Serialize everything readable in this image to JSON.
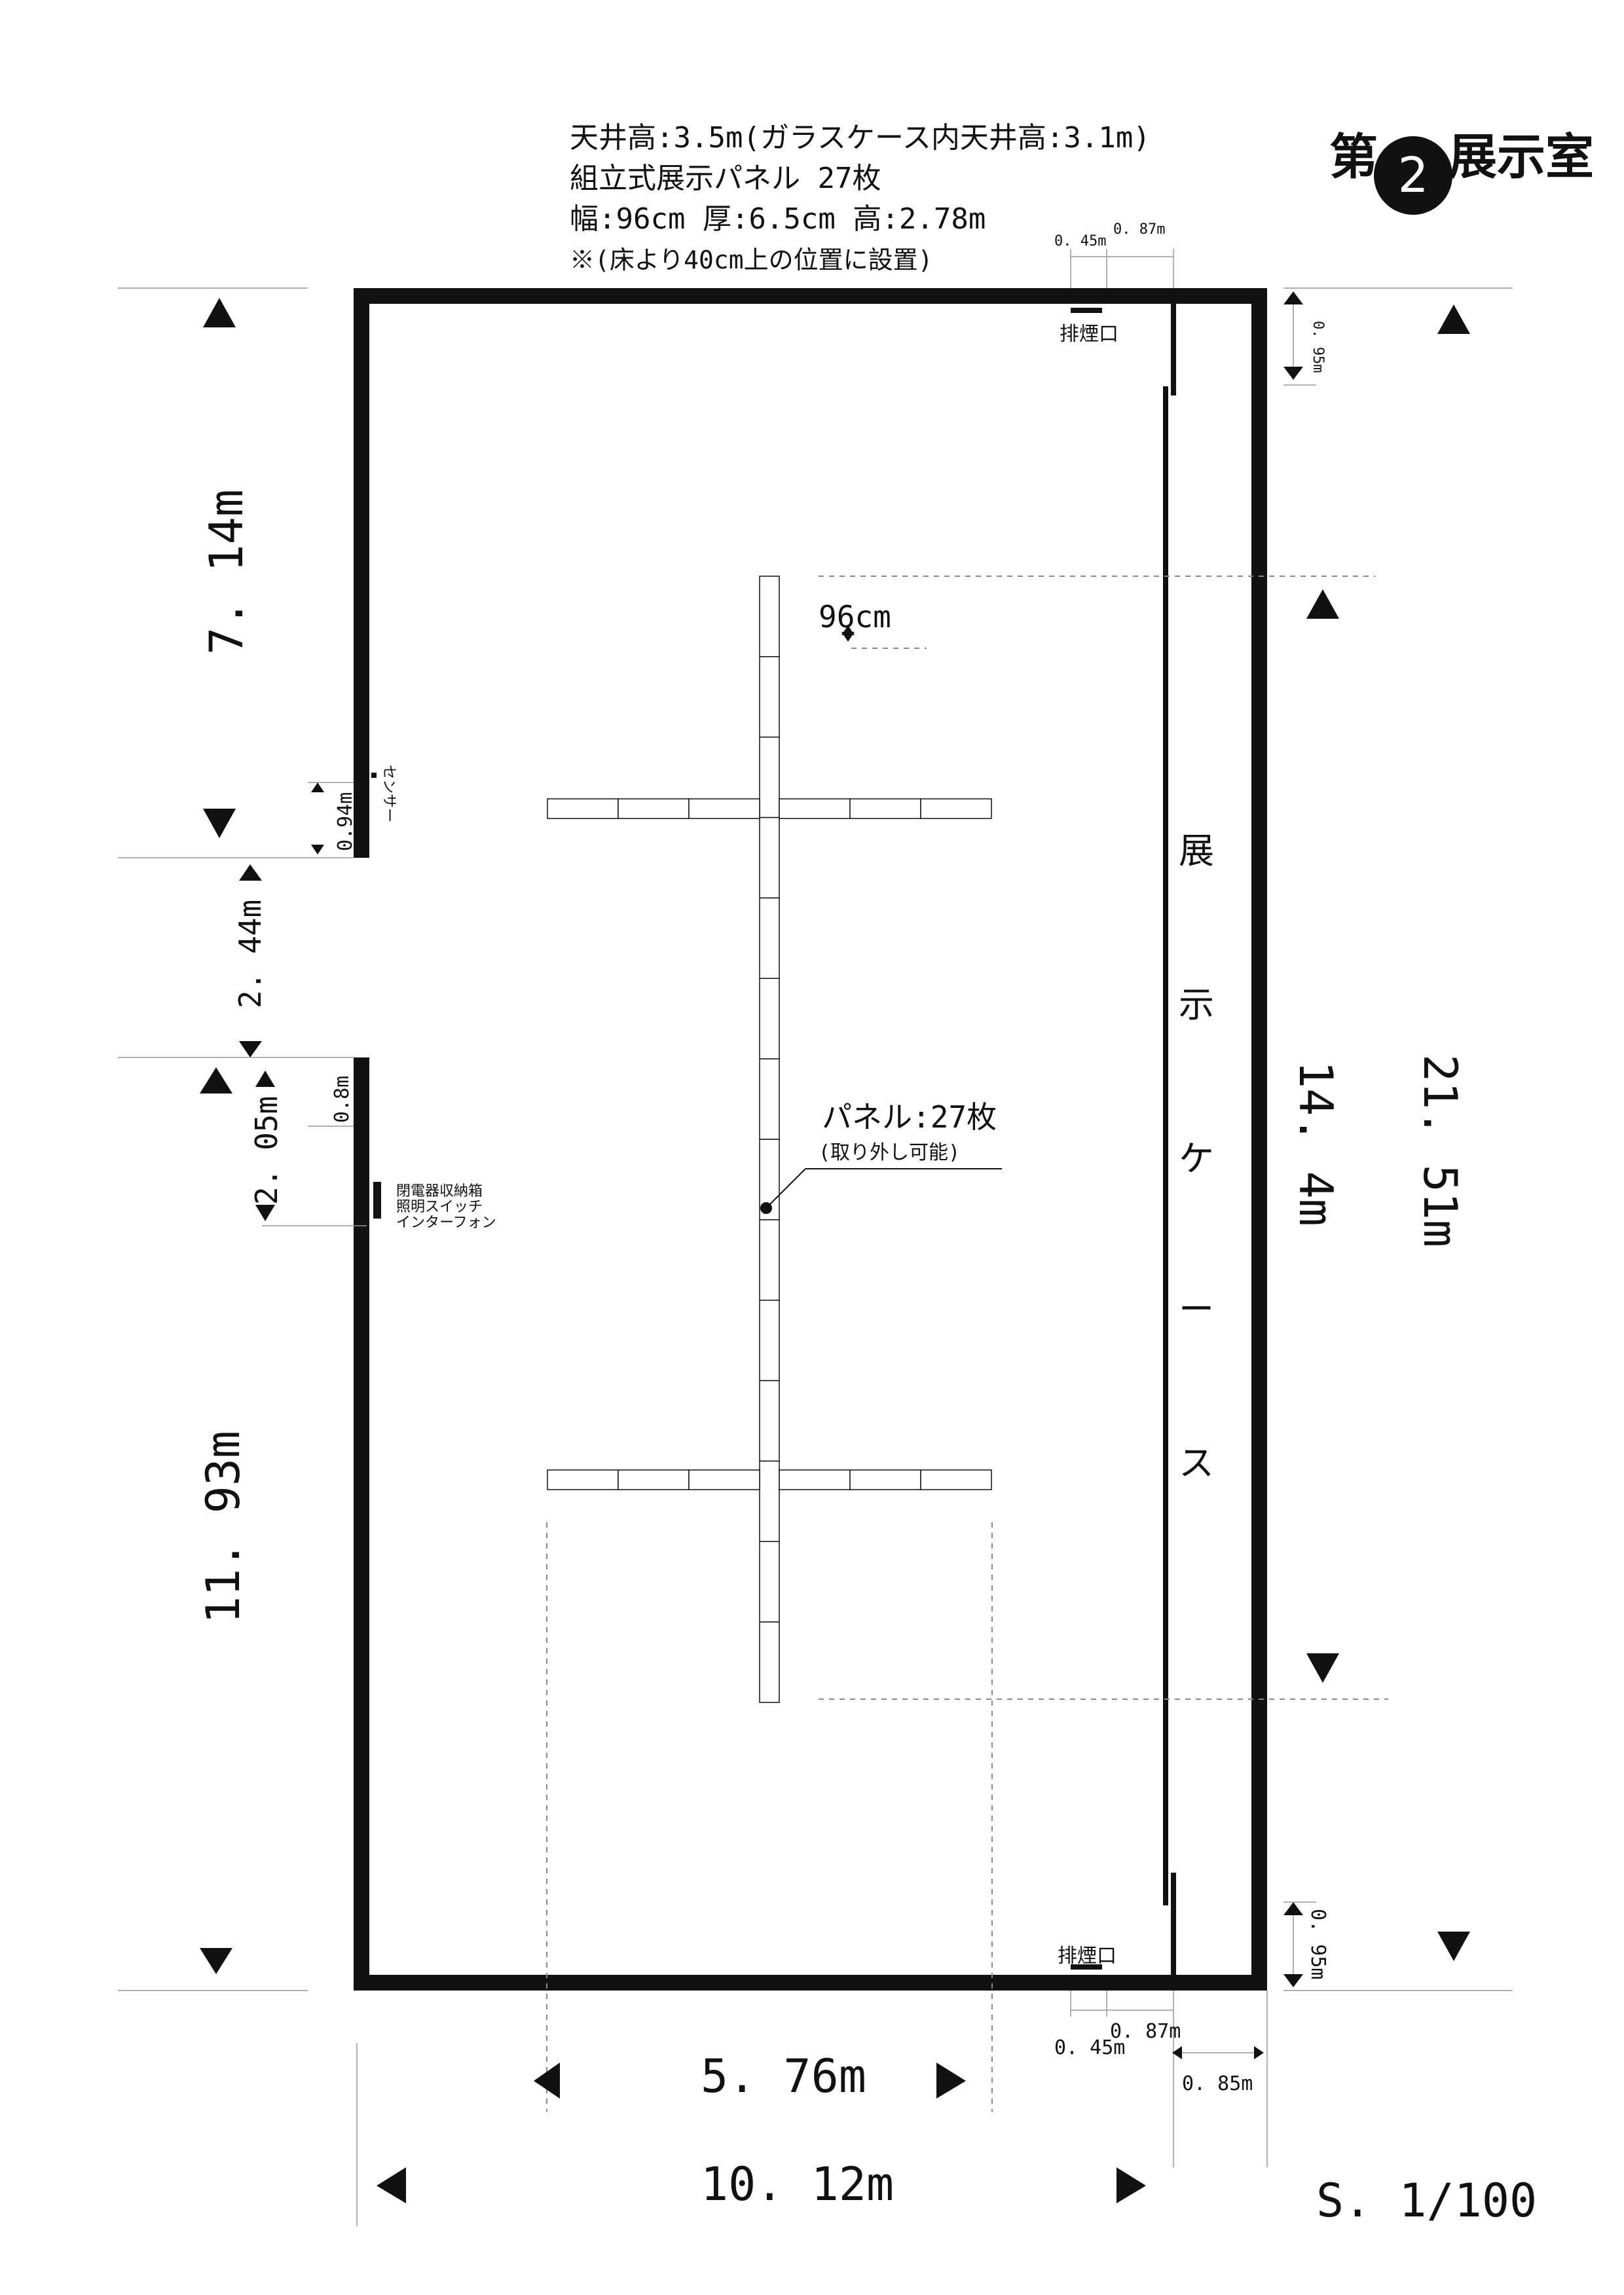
{
  "title": {
    "prefix": "第",
    "number": "2",
    "name": "展示室"
  },
  "notes": {
    "ceiling": "天井高:3.5m(ガラスケース内天井高:3.1m)",
    "panels": "組立式展示パネル 27枚",
    "panel_size": "幅:96cm 厚:6.5cm 高:2.78m",
    "install": "※(床より40cm上の位置に設置)"
  },
  "dimensions": {
    "left_top": "7. 14m",
    "door_width": "2. 44m",
    "left_bottom": "11. 93m",
    "sensor_offset": "0.94m",
    "door_offset": "0.8m",
    "box_offset": "2. 05m",
    "case_length": "14. 4m",
    "room_length": "21. 51m",
    "case_gap_top": "0. 95m",
    "case_gap_bottom": "0. 95m",
    "vent_top_a": "0. 45m",
    "vent_top_b": "0. 87m",
    "vent_bottom_a": "0. 45m",
    "vent_bottom_b": "0. 87m",
    "case_depth": "0. 85m",
    "panel_span": "5. 76m",
    "room_width": "10. 12m",
    "panel_unit": "96cm"
  },
  "labels": {
    "sensor": "センサー",
    "vent_top": "排煙口",
    "vent_bottom": "排煙口",
    "wall_box": [
      "閉電器収納箱",
      "照明スイッチ",
      "インターフォン"
    ],
    "panel_count": "パネル:27枚",
    "panel_note": "(取り外し可能)",
    "case_chars": [
      "展",
      "示",
      "ケ",
      "ー",
      "ス"
    ]
  },
  "scale": "S. 1/100",
  "panel_layout": {
    "spine_segments": 14,
    "arm_segments_per_side": 3,
    "arm_rows": 2
  }
}
